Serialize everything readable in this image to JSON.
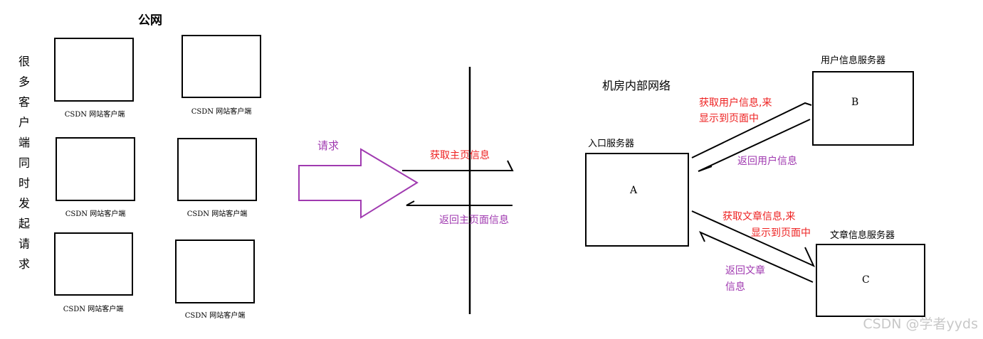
{
  "public_net_label": "公网",
  "side_label": "很多客户端同时发起请求",
  "client_label": "CSDN 网站客户端",
  "request_label": "请求",
  "get_home_label": "获取主页信息",
  "return_home_label": "返回主页面信息",
  "dc_label": "机房内部网络",
  "entry_server_label": "入口服务器",
  "server_a": "A",
  "user_server_label": "用户信息服务器",
  "server_b": "B",
  "article_server_label": "文章信息服务器",
  "server_c": "C",
  "get_user_line1": "获取用户信息,来",
  "get_user_line2": "显示到页面中",
  "return_user_label": "返回用户信息",
  "get_article_line1": "获取文章信息,来",
  "get_article_line2": "显示到页面中",
  "return_article_line1": "返回文章",
  "return_article_line2": "信息",
  "watermark": "CSDN @学者yyds",
  "colors": {
    "red": "#ee2222",
    "purple": "#a03ab0",
    "black": "#000000",
    "watermark": "#c8c8c8"
  }
}
